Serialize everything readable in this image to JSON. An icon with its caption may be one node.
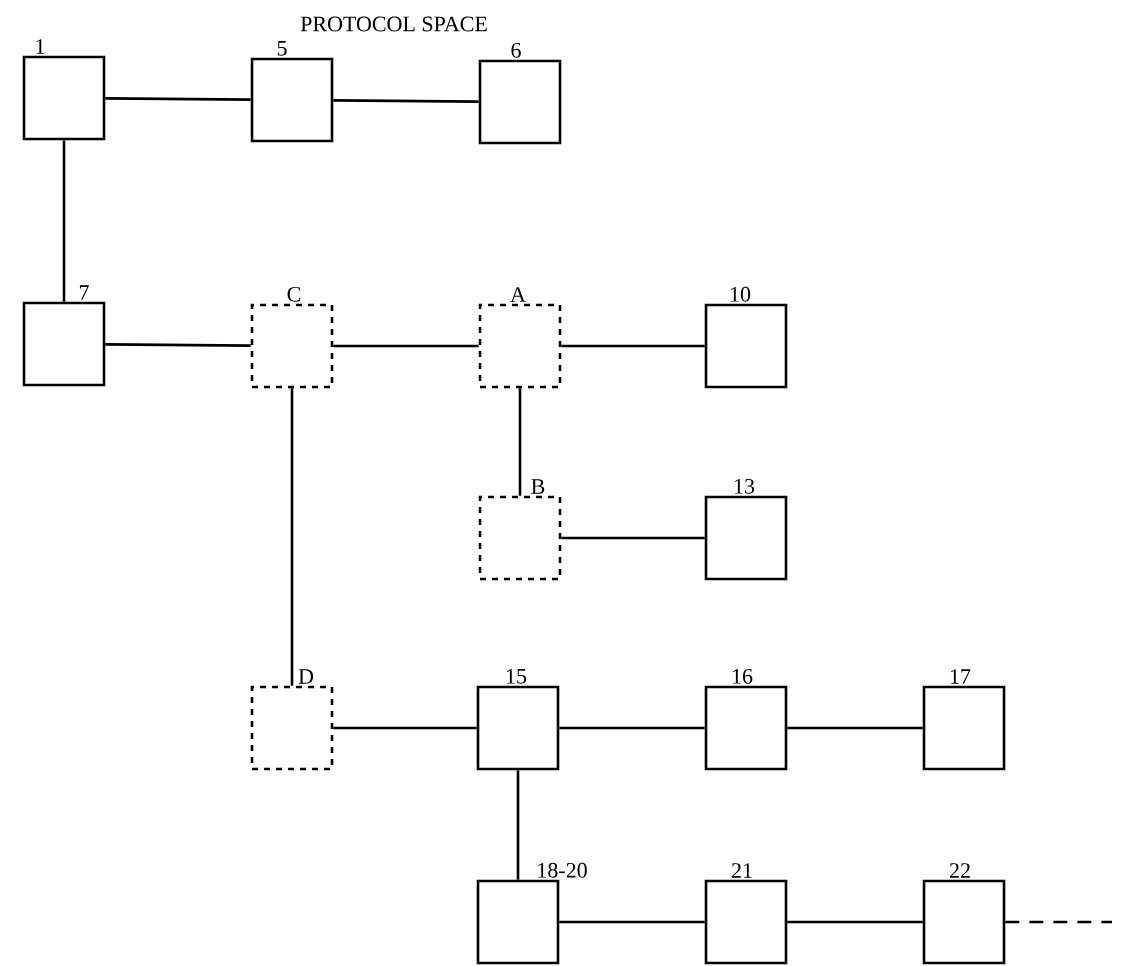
{
  "diagram": {
    "title": "PROTOCOL SPACE",
    "nodes": [
      {
        "text": [
          "1"
        ]
      },
      {
        "text": [
          "5"
        ]
      },
      {
        "text": [
          "6"
        ]
      },
      {
        "text": [
          "7"
        ]
      },
      {
        "text": [
          "C"
        ]
      },
      {
        "text": [
          "A"
        ]
      },
      {
        "text": [
          "10"
        ]
      },
      {
        "text": [
          "B"
        ]
      },
      {
        "text": [
          "13"
        ]
      },
      {
        "text": [
          "D"
        ]
      },
      {
        "text": [
          "15"
        ]
      },
      {
        "text": [
          "16"
        ]
      },
      {
        "text": [
          "17"
        ]
      },
      {
        "text": [
          "18-20"
        ]
      },
      {
        "text": [
          "21"
        ]
      },
      {
        "text": [
          "22"
        ]
      }
    ],
    "edges": [
      {
        "from": 0,
        "to": 1,
        "arrow": "none"
      },
      {
        "from": 1,
        "to": 2,
        "arrow": "none"
      },
      {
        "from": 0,
        "to": 3,
        "arrow": "none"
      },
      {
        "from": 3,
        "to": 4,
        "arrow": "none"
      },
      {
        "from": 4,
        "to": 5,
        "arrow": "none"
      },
      {
        "from": 5,
        "to": 6,
        "arrow": "none"
      },
      {
        "from": 5,
        "to": 7,
        "arrow": "none"
      },
      {
        "from": 7,
        "to": 8,
        "arrow": "none"
      },
      {
        "from": 4,
        "to": 9,
        "arrow": "none"
      },
      {
        "from": 9,
        "to": 10,
        "arrow": "none"
      },
      {
        "from": 10,
        "to": 11,
        "arrow": "none"
      },
      {
        "from": 11,
        "to": 12,
        "arrow": "none"
      },
      {
        "from": 10,
        "to": 13,
        "arrow": "none"
      },
      {
        "from": 13,
        "to": 14,
        "arrow": "none"
      },
      {
        "from": 14,
        "to": 15,
        "arrow": "none"
      },
      {
        "from": 15,
        "to": null,
        "arrow": "none",
        "style": "dashed"
      }
    ]
  }
}
